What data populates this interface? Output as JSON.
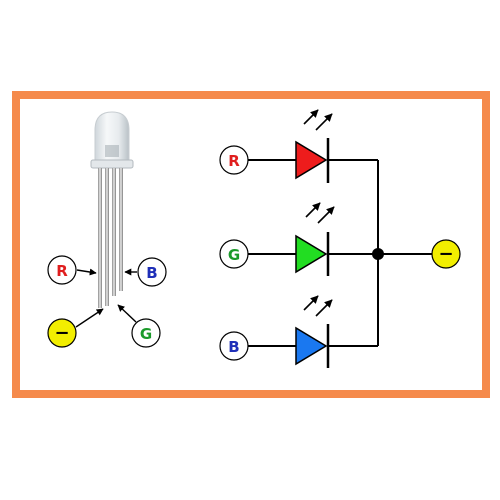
{
  "frame": {
    "border_color": "#f58a4b",
    "background": "#ffffff"
  },
  "led_pinout": {
    "labels": {
      "red": "R",
      "blue": "B",
      "green": "G",
      "common": "−"
    }
  },
  "schematic": {
    "channels": [
      {
        "label": "R",
        "label_color": "#e01e1e",
        "diode_color": "#ee1c1c"
      },
      {
        "label": "G",
        "label_color": "#1a9a2a",
        "diode_color": "#22dd22"
      },
      {
        "label": "B",
        "label_color": "#1f2fb8",
        "diode_color": "#1a78f0"
      }
    ],
    "common": {
      "label": "−",
      "fill": "#f2ee00"
    }
  },
  "colors": {
    "red_text": "#e01e1e",
    "green_text": "#1a9a2a",
    "blue_text": "#1f2fb8",
    "wire": "#000000",
    "negative_terminal": "#f2ee00"
  }
}
